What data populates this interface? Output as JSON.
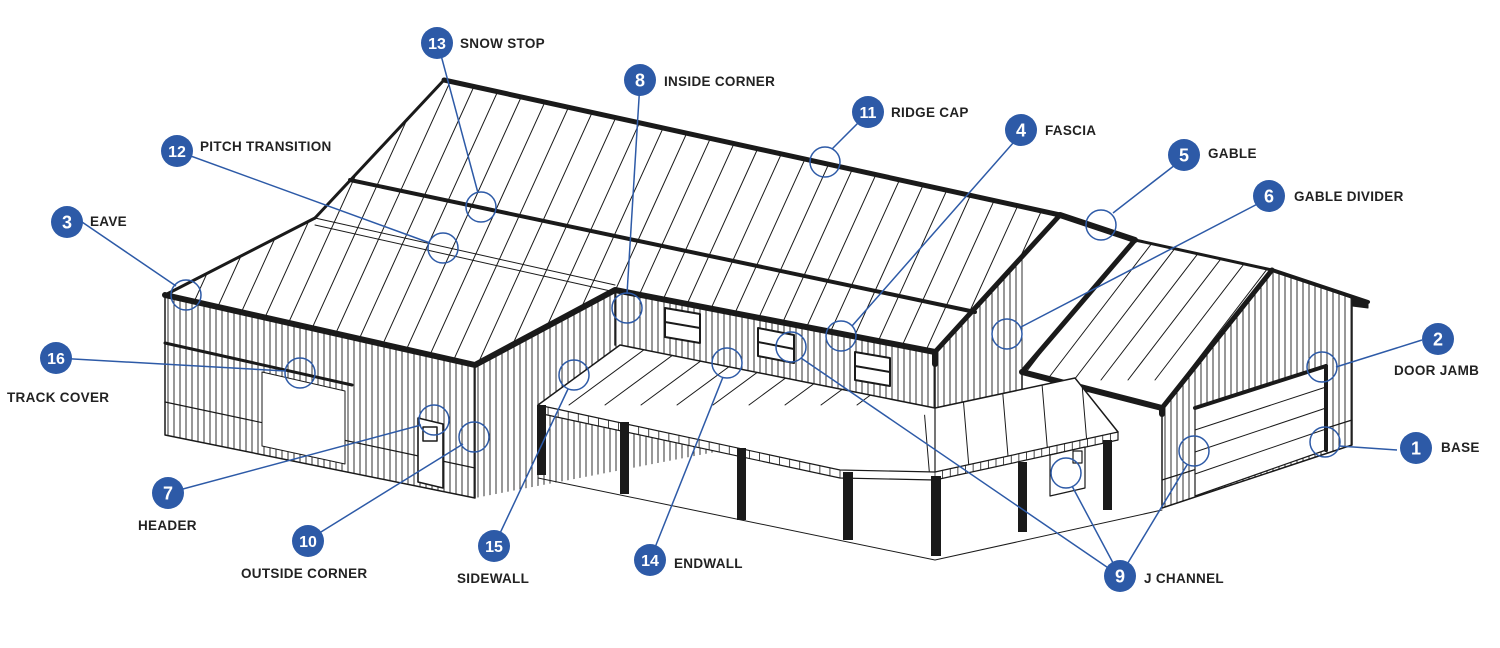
{
  "title": "Metal building trim diagram",
  "colors": {
    "accent": "#2d5aa7",
    "line": "#1a1a1a"
  },
  "callouts": [
    {
      "id": "base",
      "num": "1",
      "label": "BASE"
    },
    {
      "id": "door-jamb",
      "num": "2",
      "label": "DOOR JAMB"
    },
    {
      "id": "eave",
      "num": "3",
      "label": "EAVE"
    },
    {
      "id": "fascia",
      "num": "4",
      "label": "FASCIA"
    },
    {
      "id": "gable",
      "num": "5",
      "label": "GABLE"
    },
    {
      "id": "gable-divider",
      "num": "6",
      "label": "GABLE DIVIDER"
    },
    {
      "id": "header",
      "num": "7",
      "label": "HEADER"
    },
    {
      "id": "inside-corner",
      "num": "8",
      "label": "INSIDE CORNER"
    },
    {
      "id": "j-channel",
      "num": "9",
      "label": "J CHANNEL"
    },
    {
      "id": "outside-corner",
      "num": "10",
      "label": "OUTSIDE CORNER"
    },
    {
      "id": "ridge-cap",
      "num": "11",
      "label": "RIDGE CAP"
    },
    {
      "id": "pitch-transition",
      "num": "12",
      "label": "PITCH TRANSITION"
    },
    {
      "id": "snow-stop",
      "num": "13",
      "label": "SNOW STOP"
    },
    {
      "id": "endwall",
      "num": "14",
      "label": "ENDWALL"
    },
    {
      "id": "sidewall",
      "num": "15",
      "label": "SIDEWALL"
    },
    {
      "id": "track-cover",
      "num": "16",
      "label": "TRACK COVER"
    }
  ]
}
